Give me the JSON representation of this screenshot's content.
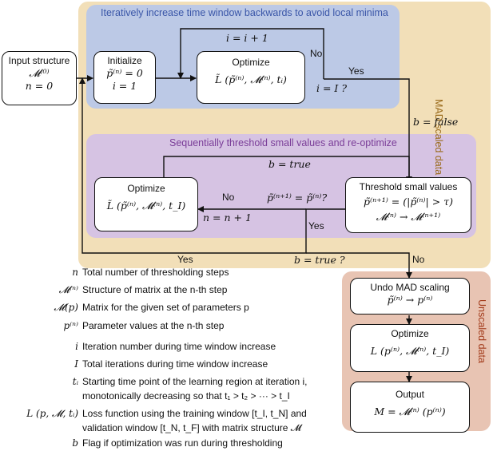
{
  "regions": {
    "mad": {
      "label": "MAD scaled data",
      "color": "#f2dfb8"
    },
    "unscaled": {
      "label": "Unscaled data",
      "color": "#e8c4b3"
    },
    "window": {
      "label": "Iteratively increase time window backwards to avoid local minima",
      "color": "#bcc9e6",
      "text_color": "#3a56a8"
    },
    "threshold": {
      "label": "Sequentially threshold small values and re-optimize",
      "color": "#d6c3e3",
      "text_color": "#7a3d98"
    }
  },
  "nodes": {
    "input": {
      "title": "Input structure",
      "lines": [
        "𝓜⁽⁰⁾",
        "n = 0"
      ]
    },
    "init": {
      "title": "Initialize",
      "lines": [
        "p̃⁽ⁿ⁾ = 0",
        "i = 1"
      ]
    },
    "opt_window": {
      "title": "Optimize",
      "lines": [
        "L̃ (p̃⁽ⁿ⁾, 𝓜⁽ⁿ⁾, tᵢ)"
      ]
    },
    "opt_threshold": {
      "title": "Optimize",
      "lines": [
        "L̃ (p̃⁽ⁿ⁾, 𝓜⁽ⁿ⁾, t_I)"
      ]
    },
    "threshold": {
      "title": "Threshold small values",
      "lines": [
        "p̃⁽ⁿ⁺¹⁾ = (|p̃⁽ⁿ⁾| > τ)",
        "𝓜⁽ⁿ⁾ → 𝓜⁽ⁿ⁺¹⁾"
      ]
    },
    "undo": {
      "title": "Undo MAD scaling",
      "lines": [
        "p̃⁽ⁿ⁾ → p⁽ⁿ⁾"
      ]
    },
    "opt_final": {
      "title": "Optimize",
      "lines": [
        "L (p⁽ⁿ⁾, 𝓜⁽ⁿ⁾, t_I)"
      ]
    },
    "output": {
      "title": "Output",
      "lines": [
        "M = 𝓜⁽ⁿ⁾ (p⁽ⁿ⁾)"
      ]
    }
  },
  "edge_labels": {
    "i_increment": "i = i + 1",
    "no_window": "No",
    "check_i": "i = I ?",
    "yes_window": "Yes",
    "b_false": "b = false",
    "b_true_set": "b = true",
    "no_threshold": "No",
    "check_p": "p̃⁽ⁿ⁺¹⁾ = p̃⁽ⁿ⁾?",
    "n_increment": "n = n + 1",
    "yes_threshold": "Yes",
    "yes_final": "Yes",
    "check_b": "b = true ?",
    "no_final": "No"
  },
  "legend": [
    {
      "symbol": "n",
      "description": "Total number of thresholding steps"
    },
    {
      "symbol": "𝓜⁽ⁿ⁾",
      "description": "Structure of matrix at the n-th step"
    },
    {
      "symbol": "𝓜(p)",
      "description": "Matrix for the given set of parameters p"
    },
    {
      "symbol": "p⁽ⁿ⁾",
      "description": "Parameter values at the n-th step"
    },
    {
      "symbol": "i",
      "description": "Iteration number during time window increase"
    },
    {
      "symbol": "I",
      "description": "Total iterations during time window increase"
    },
    {
      "symbol": "tᵢ",
      "description": "Starting time point of the learning region at iteration i,",
      "description2": "monotonically decreasing so that t₁ > t₂ > ··· > t_I"
    },
    {
      "symbol": "L (p, 𝓜, tᵢ)",
      "description": "Loss function using the training window [t_I, t_N] and",
      "description2": "validation window [t_N, t_F] with matrix structure 𝓜"
    },
    {
      "symbol": "b",
      "description": "Flag if optimization was run during thresholding"
    }
  ]
}
